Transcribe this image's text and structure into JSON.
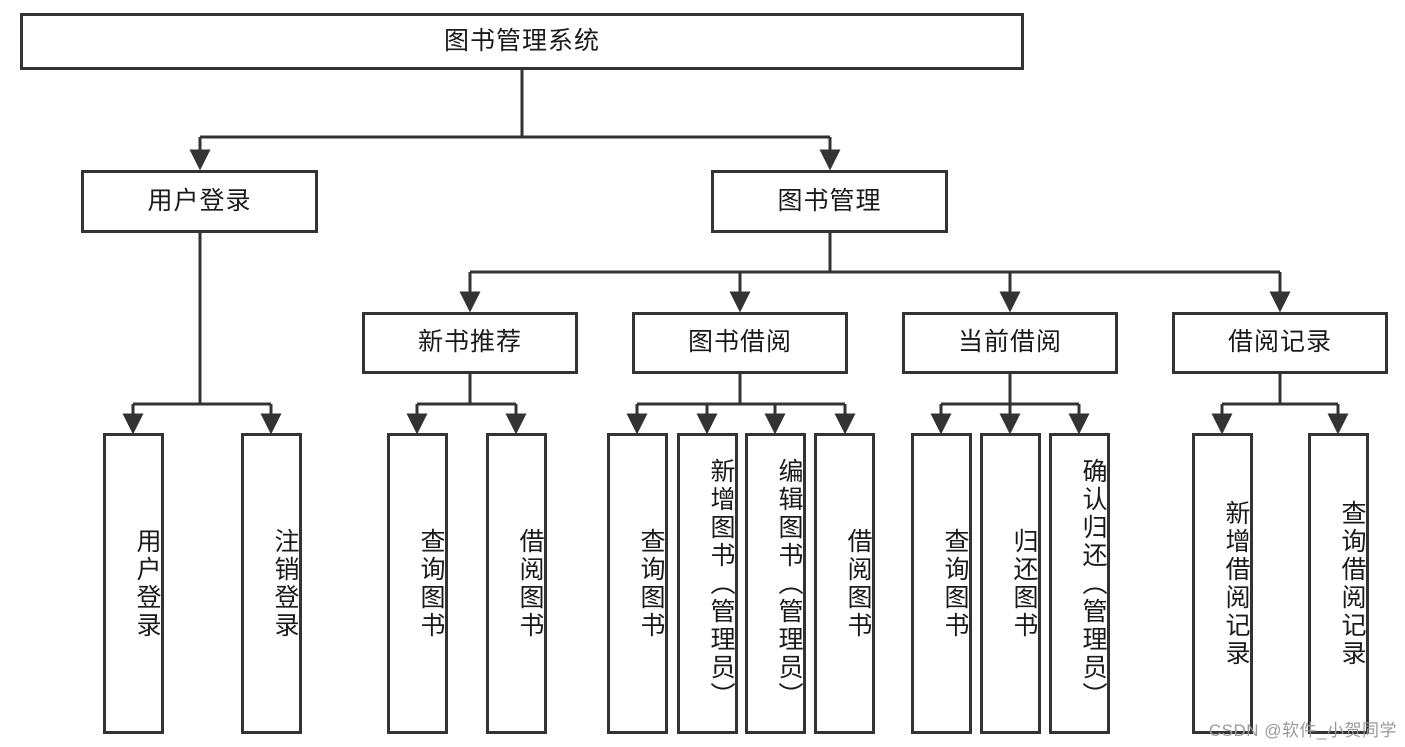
{
  "diagram": {
    "title": "图书管理系统",
    "watermark": "CSDN @软件_小贺同学",
    "colors": {
      "box_border": "#333333",
      "box_fill": "#ffffff",
      "connector": "#333333",
      "text": "#1a1a1a",
      "watermark": "#9a9a9a"
    },
    "root": {
      "label": "图书管理系统"
    },
    "level2": [
      {
        "label": "用户登录"
      },
      {
        "label": "图书管理"
      }
    ],
    "level3": [
      {
        "label": "新书推荐",
        "parent": "图书管理"
      },
      {
        "label": "图书借阅",
        "parent": "图书管理"
      },
      {
        "label": "当前借阅",
        "parent": "图书管理"
      },
      {
        "label": "借阅记录",
        "parent": "图书管理"
      }
    ],
    "leaves": {
      "user_login": [
        {
          "label": "用户登录"
        },
        {
          "label": "注销登录"
        }
      ],
      "new_book_recommend": [
        {
          "label": "查询图书"
        },
        {
          "label": "借阅图书"
        }
      ],
      "book_borrow": [
        {
          "label": "查询图书"
        },
        {
          "label": "新增图书（管理员）"
        },
        {
          "label": "编辑图书（管理员）"
        },
        {
          "label": "借阅图书"
        }
      ],
      "current_borrow": [
        {
          "label": "查询图书"
        },
        {
          "label": "归还图书"
        },
        {
          "label": "确认归还（管理员）"
        }
      ],
      "borrow_record": [
        {
          "label": "新增借阅记录"
        },
        {
          "label": "查询借阅记录"
        }
      ]
    }
  }
}
